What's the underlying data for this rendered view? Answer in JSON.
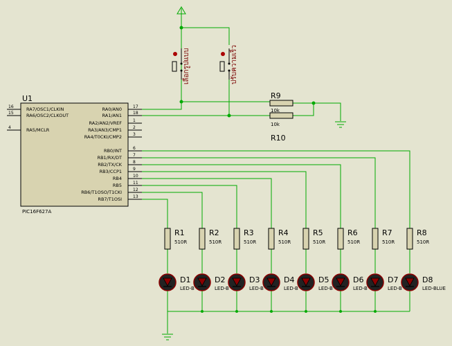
{
  "ic": {
    "ref": "U1",
    "part": "PIC16F627A",
    "left_pins": [
      {
        "num": "16",
        "label": "RA7/OSC1/CLKIN"
      },
      {
        "num": "15",
        "label": "RA6/OSC2/CLKOUT"
      },
      {
        "num": "4",
        "label": "RA5/MCLR"
      }
    ],
    "right_pins": [
      {
        "num": "17",
        "label": "RA0/AN0"
      },
      {
        "num": "18",
        "label": "RA1/AN1"
      },
      {
        "num": "1",
        "label": "RA2/AN2/VREF"
      },
      {
        "num": "2",
        "label": "RA3/AN3/CMP1"
      },
      {
        "num": "3",
        "label": "RA4/T0CKI/CMP2"
      },
      {
        "num": "6",
        "label": "RB0/INT"
      },
      {
        "num": "7",
        "label": "RB1/RX/DT"
      },
      {
        "num": "8",
        "label": "RB2/TX/CK"
      },
      {
        "num": "9",
        "label": "RB3/CCP1"
      },
      {
        "num": "10",
        "label": "RB4"
      },
      {
        "num": "11",
        "label": "RB5"
      },
      {
        "num": "12",
        "label": "RB6/T1OSO/T1CKI"
      },
      {
        "num": "13",
        "label": "RB7/T1OSI"
      }
    ]
  },
  "switches": [
    {
      "label": "เลือกรูปแบบ"
    },
    {
      "label": "ปรับความเร็ว"
    }
  ],
  "pullups": [
    {
      "ref": "R9",
      "value": "10k"
    },
    {
      "ref": "R10",
      "value": "10k"
    }
  ],
  "resistors": [
    {
      "ref": "R1",
      "value": "510R"
    },
    {
      "ref": "R2",
      "value": "510R"
    },
    {
      "ref": "R3",
      "value": "510R"
    },
    {
      "ref": "R4",
      "value": "510R"
    },
    {
      "ref": "R5",
      "value": "510R"
    },
    {
      "ref": "R6",
      "value": "510R"
    },
    {
      "ref": "R7",
      "value": "510R"
    },
    {
      "ref": "R8",
      "value": "510R"
    }
  ],
  "leds": [
    {
      "ref": "D1",
      "type": "LED-B"
    },
    {
      "ref": "D2",
      "type": "LED-B"
    },
    {
      "ref": "D3",
      "type": "LED-B"
    },
    {
      "ref": "D4",
      "type": "LED-B"
    },
    {
      "ref": "D5",
      "type": "LED-B"
    },
    {
      "ref": "D6",
      "type": "LED-B"
    },
    {
      "ref": "D7",
      "type": "LED-B"
    },
    {
      "ref": "D8",
      "type": "LED-BLUE"
    }
  ],
  "colors": {
    "background": "#e4e4d0",
    "wire": "#00aa00",
    "outline": "#000000",
    "body_fill": "#d8d3b0",
    "switch_label": "#7a0000",
    "led_fill": "#222222",
    "led_outline": "#8b0000",
    "pin_dot": "#aa0000"
  }
}
